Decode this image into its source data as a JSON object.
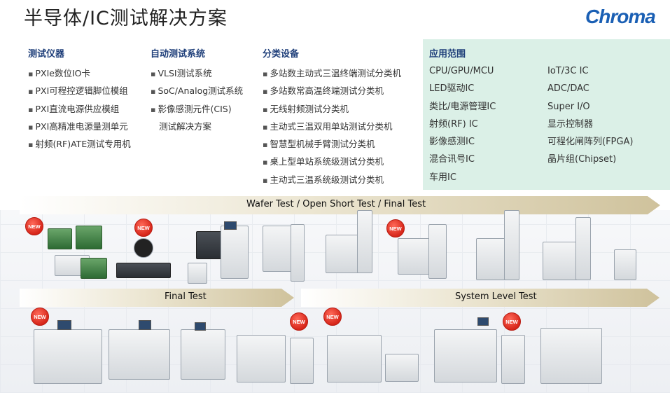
{
  "header": {
    "title": "半导体/IC测试解决方案",
    "logo_text": "Chroma"
  },
  "columns": {
    "instruments": {
      "heading": "测试仪器",
      "items": [
        "PXIe数位IO卡",
        "PXI可程控逻辑脚位模组",
        "PXI直流电源供应模组",
        "PXI高精准电源量测单元",
        "射频(RF)ATE测试专用机"
      ]
    },
    "ate_systems": {
      "heading": "自动测试系统",
      "items": [
        "VLSI测试系统",
        "SoC/Analog测试系统",
        "影像感测元件(CIS)"
      ],
      "continuation": "测试解决方案"
    },
    "handlers": {
      "heading": "分类设备",
      "items": [
        "多站数主动式三温终端测试分类机",
        "多站数常高温终端测试分类机",
        "无线射频测试分类机",
        "主动式三温双用单站测试分类机",
        "智慧型机械手臂测试分类机",
        "桌上型单站系统级测试分类机",
        "主动式三温系统级测试分类机"
      ]
    },
    "applications": {
      "heading": "应用范围",
      "left": [
        "CPU/GPU/MCU",
        "LED驱动IC",
        "类比/电源管理IC",
        "射频(RF) IC",
        "影像感测IC",
        "混合讯号IC",
        "车用IC"
      ],
      "right": [
        "IoT/3C  IC",
        "ADC/DAC",
        "Super I/O",
        "显示控制器",
        "可程化闸阵列(FPGA)",
        "晶片组(Chipset)"
      ]
    }
  },
  "arrows": {
    "top": "Wafer Test / Open Short Test / Final Test",
    "bottom_left": "Final Test",
    "bottom_right": "System Level Test"
  },
  "badges": {
    "new": "NEW"
  },
  "colors": {
    "heading": "#1f3f7a",
    "logo": "#1a5fb4",
    "applications_panel": "#dbf0e7",
    "badge": "#d7261a"
  }
}
